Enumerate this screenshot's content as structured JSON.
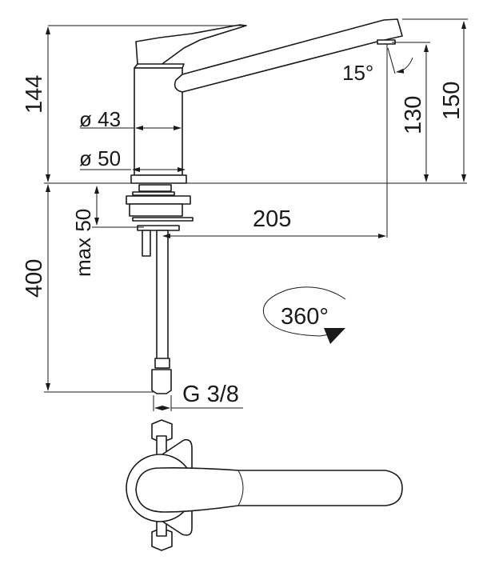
{
  "drawing": {
    "dimensions": {
      "height_total": "144",
      "body_diameter": "ø 43",
      "base_diameter": "ø 50",
      "max_deck": "max 50",
      "under_length": "400",
      "reach": "205",
      "spout_angle": "15°",
      "outlet_height": "130",
      "overall_height": "150",
      "rotation": "360°",
      "connection": "G 3/8"
    },
    "line_color": "#1a1a1a",
    "background": "#ffffff"
  }
}
